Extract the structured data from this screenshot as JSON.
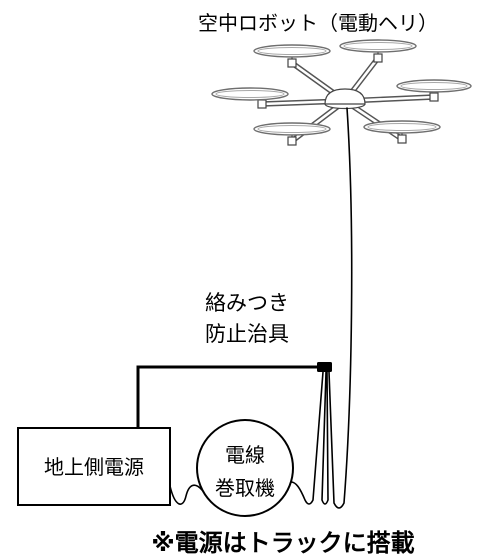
{
  "drone": {
    "label": "空中ロボット（電動ヘリ）"
  },
  "jig": {
    "label_line1": "絡みつき",
    "label_line2": "防止治具"
  },
  "ground_power": {
    "label": "地上側電源"
  },
  "winder": {
    "label_line1": "電線",
    "label_line2": "巻取機"
  },
  "note": "※電源はトラックに搭載"
}
